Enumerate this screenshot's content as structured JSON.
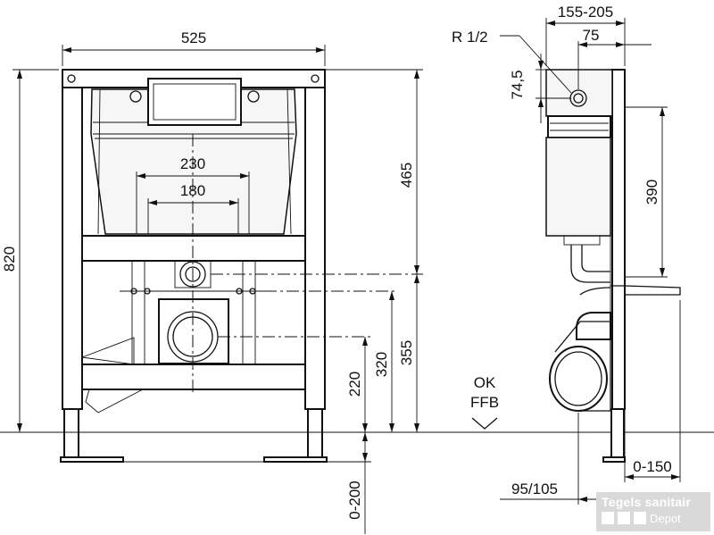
{
  "dimensions": {
    "frame_width": "525",
    "total_height": "820",
    "width_230": "230",
    "width_180": "180",
    "height_465": "465",
    "height_355": "355",
    "height_320": "320",
    "height_220": "220",
    "feet_range": "0-200",
    "depth_range": "155-205",
    "depth_75": "75",
    "thread": "R 1/2",
    "offset_74_5": "74,5",
    "tank_height": "390",
    "wall_range": "0-150",
    "outlet_offset": "95/105",
    "floor_label_1": "OK",
    "floor_label_2": "FFB"
  },
  "watermark": {
    "brand": "Tegels sanitair",
    "sub": "Depot"
  }
}
